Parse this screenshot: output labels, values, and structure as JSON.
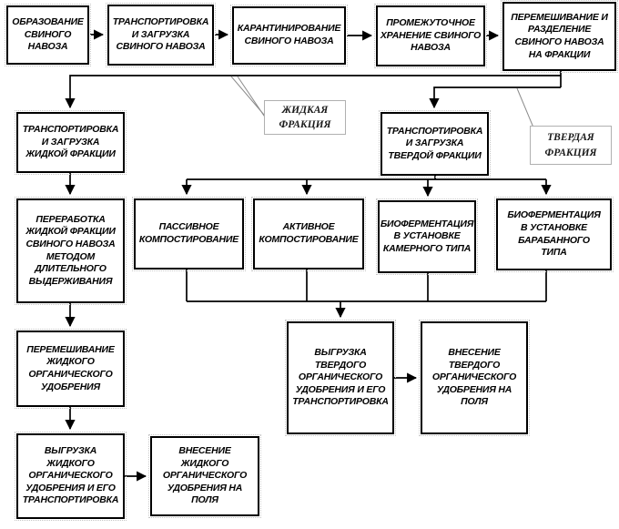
{
  "diagram": {
    "kind": "flowchart",
    "colors": {
      "box_border": "#000000",
      "box_fill": "#ffffff",
      "text": "#000000",
      "connector": "#000000",
      "callout_border": "#b0b0b0",
      "callout_leader": "#8a8a8a"
    },
    "nodes": {
      "manure_formation": {
        "label": "ОБРАЗОВАНИЕ\nСВИНОГО\nНАВОЗА"
      },
      "manure_transport": {
        "label": "ТРАНСПОРТИРОВКА\nИ ЗАГРУЗКА\nСВИНОГО НАВОЗА"
      },
      "quarantine": {
        "label": "КАРАНТИНИРОВАНИЕ\nСВИНОГО НАВОЗА"
      },
      "intermediate_storage": {
        "label": "ПРОМЕЖУТОЧНОЕ\nХРАНЕНИЕ СВИНОГО\nНАВОЗА"
      },
      "mixing_separation": {
        "label": "ПЕРЕМЕШИВАНИЕ И\nРАЗДЕЛЕНИЕ\nСВИНОГО НАВОЗА\nНА ФРАКЦИИ"
      },
      "liquid_transport": {
        "label": "ТРАНСПОРТИРОВКА\nИ ЗАГРУЗКА\nЖИДКОЙ ФРАКЦИИ"
      },
      "solid_transport": {
        "label": "ТРАНСПОРТИРОВКА\nИ ЗАГРУЗКА\nТВЕРДОЙ ФРАКЦИИ"
      },
      "liquid_processing": {
        "label": "ПЕРЕРАБОТКА\nЖИДКОЙ ФРАКЦИИ\nСВИНОГО НАВОЗА\nМЕТОДОМ\nДЛИТЕЛЬНОГО\nВЫДЕРЖИВАНИЯ"
      },
      "passive_composting": {
        "label": "ПАССИВНОЕ\nКОМПОСТИРОВАНИЕ"
      },
      "active_composting": {
        "label": "АКТИВНОЕ\nКОМПОСТИРОВАНИЕ"
      },
      "biofermentation_chamber": {
        "label": "БИОФЕРМЕНТАЦИЯ\nВ УСТАНОВКЕ\nКАМЕРНОГО ТИПА"
      },
      "biofermentation_drum": {
        "label": "БИОФЕРМЕНТАЦИЯ\nВ УСТАНОВКЕ\nБАРАБАННОГО\nТИПА"
      },
      "liquid_mixing": {
        "label": "ПЕРЕМЕШИВАНИЕ\nЖИДКОГО\nОРГАНИЧЕСКОГО\nУДОБРЕНИЯ"
      },
      "liquid_unloading": {
        "label": "ВЫГРУЗКА\nЖИДКОГО\nОРГАНИЧЕСКОГО\nУДОБРЕНИЯ И ЕГО\nТРАНСПОРТИРОВКА"
      },
      "liquid_application": {
        "label": "ВНЕСЕНИЕ\nЖИДКОГО\nОРГАНИЧЕСКОГО\nУДОБРЕНИЯ НА\nПОЛЯ"
      },
      "solid_unloading": {
        "label": "ВЫГРУЗКА\nТВЕРДОГО\nОРГАНИЧЕСКОГО\nУДОБРЕНИЯ И ЕГО\nТРАНСПОРТИРОВКА"
      },
      "solid_application": {
        "label": "ВНЕСЕНИЕ\nТВЕРДОГО\nОРГАНИЧЕСКОГО\nУДОБРЕНИЯ НА\nПОЛЯ"
      }
    },
    "callouts": {
      "liquid_fraction": {
        "label": "ЖИДКАЯ\nФРАКЦИЯ"
      },
      "solid_fraction": {
        "label": "ТВЕРДАЯ\nФРАКЦИЯ"
      }
    }
  }
}
